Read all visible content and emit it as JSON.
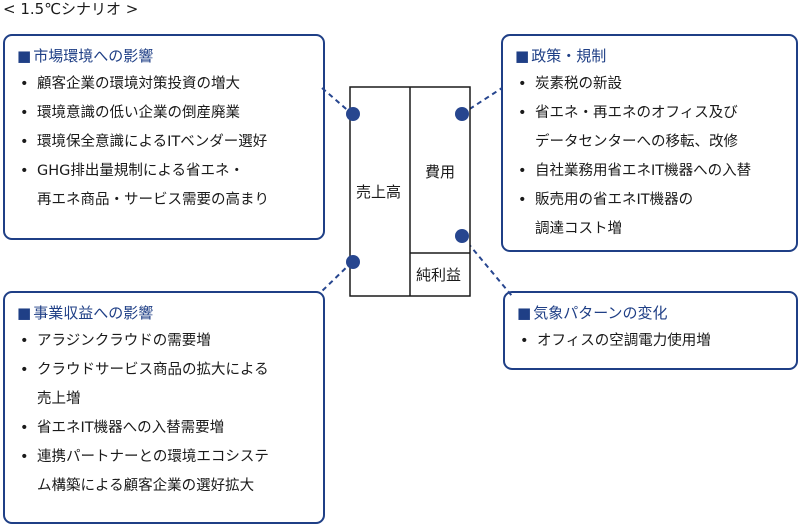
{
  "scenario_label": "< 1.5℃シナリオ >",
  "boxes": {
    "market": {
      "title": "市場環境への影響",
      "items": [
        "顧客企業の環境対策投資の増大",
        "環境意識の低い企業の倒産廃業",
        "環境保全意識によるITベンダー選好",
        "GHG排出量規制による省エネ・\n再エネ商品・サービス需要の高まり"
      ]
    },
    "revenue": {
      "title": "事業収益への影響",
      "items": [
        "アラジンクラウドの需要増",
        "クラウドサービス商品の拡大による\n売上増",
        "省エネIT機器への入替需要増",
        "連携パートナーとの環境エコシステ\nム構築による顧客企業の選好拡大"
      ]
    },
    "policy": {
      "title": "政策・規制",
      "items": [
        "炭素税の新設",
        "省エネ・再エネのオフィス及び\nデータセンターへの移転、改修",
        "自社業務用省エネIT機器への入替",
        "販売用の省エネIT機器の\n調達コスト増"
      ]
    },
    "weather": {
      "title": "気象パターンの変化",
      "items": [
        "オフィスの空調電力使用増"
      ]
    }
  },
  "financials": {
    "sales": "売上高",
    "cost": "費用",
    "profit": "純利益"
  },
  "colors": {
    "accent": "#1f3f86",
    "dot": "#27468f",
    "line": "#1a1a1a"
  }
}
